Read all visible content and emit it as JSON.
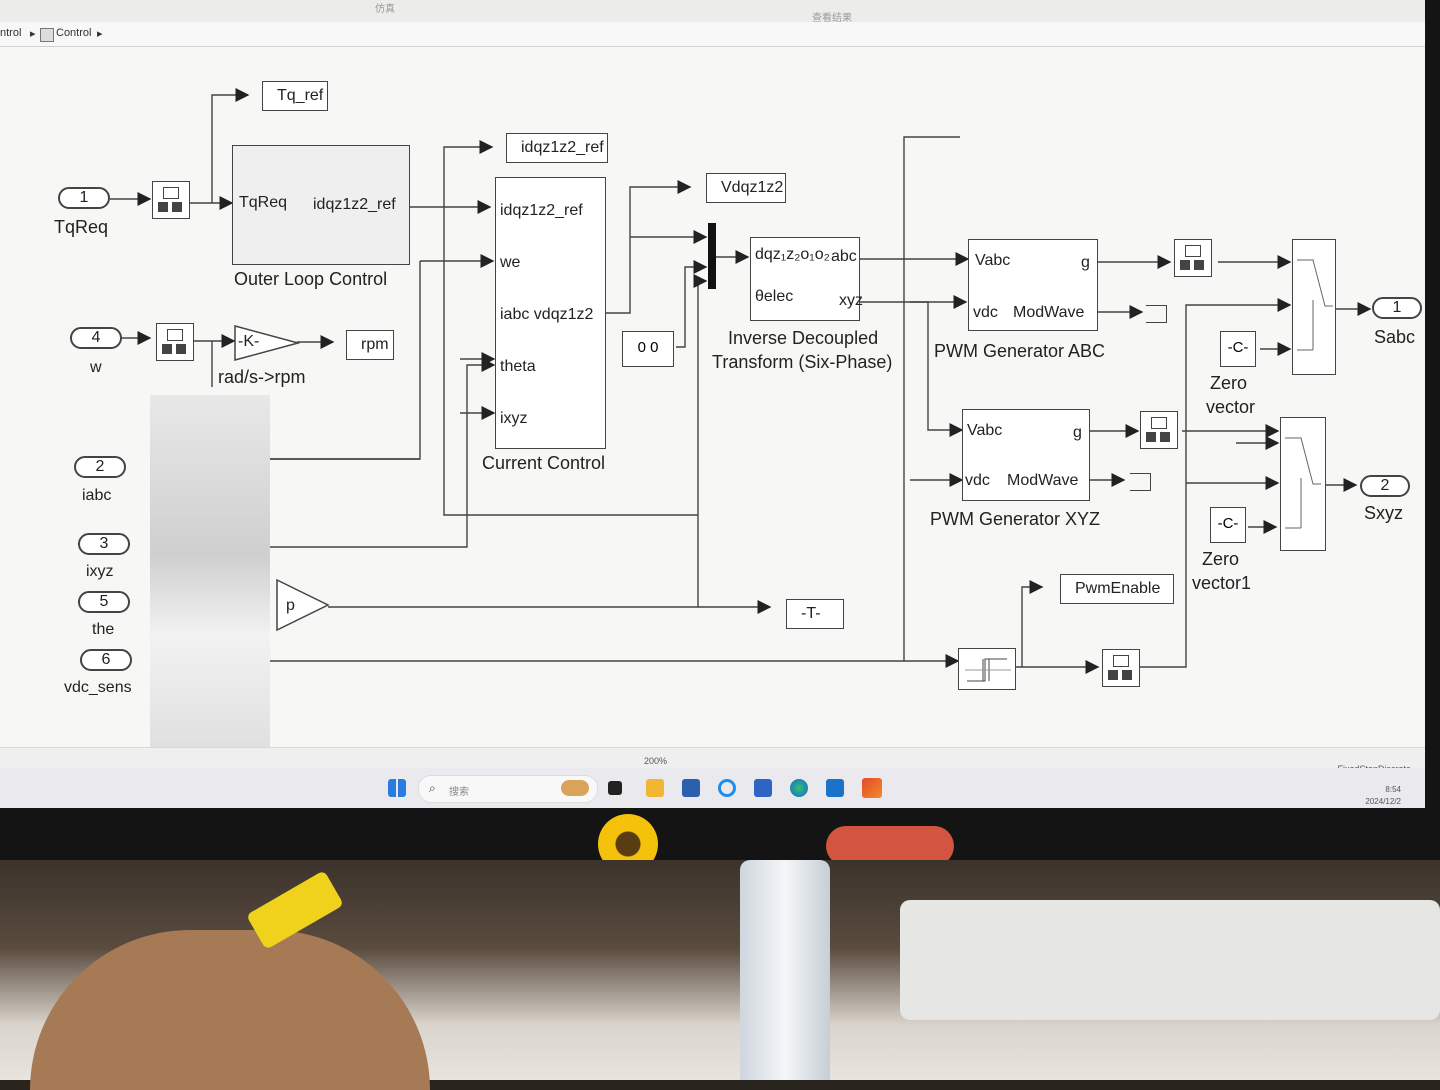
{
  "toolstrip": {
    "tab_left": "仿真",
    "tab_right": "查看结果"
  },
  "breadcrumb": {
    "parent": "ntrol",
    "current": "Control"
  },
  "inports": [
    {
      "num": "1",
      "name": "TqReq"
    },
    {
      "num": "4",
      "name": "w"
    },
    {
      "num": "2",
      "name": "iabc"
    },
    {
      "num": "3",
      "name": "ixyz"
    },
    {
      "num": "5",
      "name": "the"
    },
    {
      "num": "6",
      "name": "vdc_sens"
    }
  ],
  "outports": [
    {
      "num": "1",
      "name": "Sabc"
    },
    {
      "num": "2",
      "name": "Sxyz"
    }
  ],
  "goto_tags": {
    "tq_ref": "Tq_ref",
    "idqz1z2_ref": "idqz1z2_ref",
    "vdqz1z2": "Vdqz1z2",
    "rpm": "rpm",
    "pwm_enable": "PwmEnable",
    "from_t": "-T-"
  },
  "outer_loop": {
    "in": "TqReq",
    "out": "idqz1z2_ref",
    "name": "Outer Loop Control"
  },
  "current_ctrl": {
    "ports": [
      "idqz1z2_ref",
      "we",
      "iabc vdqz1z2",
      "theta",
      "ixyz"
    ],
    "name": "Current Control"
  },
  "idt": {
    "in1": "dqz₁z₂o₁o₂",
    "in1_right": "abc",
    "in2": "θelec",
    "out2": "xyz",
    "name_line1": "Inverse Decoupled",
    "name_line2": "Transform (Six-Phase)"
  },
  "pwm_abc": {
    "in1": "Vabc",
    "in2": "vdc",
    "out1": "g",
    "out2": "ModWave",
    "name": "PWM Generator ABC"
  },
  "pwm_xyz": {
    "in1": "Vabc",
    "in2": "vdc",
    "out1": "g",
    "out2": "ModWave",
    "name": "PWM Generator XYZ"
  },
  "gain_k": {
    "label": "-K-",
    "caption": "rad/s->rpm"
  },
  "gain_p": {
    "label": "p"
  },
  "const_zero": {
    "value": "0  0"
  },
  "zero_vec": {
    "c": "-C-",
    "name1_a": "Zero",
    "name1_b": "vector",
    "name2_a": "Zero",
    "name2_b": "vector1"
  },
  "status": {
    "zoom": "200%",
    "solver": "FixedStepDiscrete"
  },
  "taskbar": {
    "search": "搜索",
    "time": "8:54",
    "date": "2024/12/2"
  },
  "colors": {
    "screen_bg": "#f7f7f5",
    "line": "#444444",
    "bezel": "#141414"
  }
}
